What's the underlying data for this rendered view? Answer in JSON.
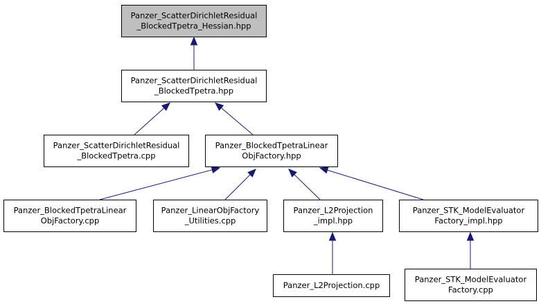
{
  "diagram": {
    "type": "include-dependency-graph",
    "colors": {
      "node_fill": "#ffffff",
      "root_fill": "#bfbfbf",
      "node_border": "#000000",
      "edge": "#191970"
    },
    "nodes": [
      {
        "id": "hessian",
        "lines": [
          "Panzer_ScatterDirichletResidual",
          "_BlockedTpetra_Hessian.hpp"
        ],
        "highlighted": true
      },
      {
        "id": "scatter_hpp",
        "lines": [
          "Panzer_ScatterDirichletResidual",
          "_BlockedTpetra.hpp"
        ]
      },
      {
        "id": "scatter_cpp",
        "lines": [
          "Panzer_ScatterDirichletResidual",
          "_BlockedTpetra.cpp"
        ]
      },
      {
        "id": "linobj_hpp",
        "lines": [
          "Panzer_BlockedTpetraLinear",
          "ObjFactory.hpp"
        ]
      },
      {
        "id": "linobj_cpp",
        "lines": [
          "Panzer_BlockedTpetraLinear",
          "ObjFactory.cpp"
        ]
      },
      {
        "id": "linobj_util",
        "lines": [
          "Panzer_LinearObjFactory",
          "_Utilities.cpp"
        ]
      },
      {
        "id": "l2_impl",
        "lines": [
          "Panzer_L2Projection",
          "_impl.hpp"
        ]
      },
      {
        "id": "stk_impl",
        "lines": [
          "Panzer_STK_ModelEvaluator",
          "Factory_impl.hpp"
        ]
      },
      {
        "id": "l2_cpp",
        "lines": [
          "Panzer_L2Projection.cpp"
        ]
      },
      {
        "id": "stk_cpp",
        "lines": [
          "Panzer_STK_ModelEvaluator",
          "Factory.cpp"
        ]
      }
    ],
    "edges": [
      {
        "from": "scatter_hpp",
        "to": "hessian"
      },
      {
        "from": "scatter_cpp",
        "to": "scatter_hpp"
      },
      {
        "from": "linobj_hpp",
        "to": "scatter_hpp"
      },
      {
        "from": "linobj_cpp",
        "to": "linobj_hpp"
      },
      {
        "from": "linobj_util",
        "to": "linobj_hpp"
      },
      {
        "from": "l2_impl",
        "to": "linobj_hpp"
      },
      {
        "from": "stk_impl",
        "to": "linobj_hpp"
      },
      {
        "from": "l2_cpp",
        "to": "l2_impl"
      },
      {
        "from": "stk_cpp",
        "to": "stk_impl"
      }
    ]
  }
}
